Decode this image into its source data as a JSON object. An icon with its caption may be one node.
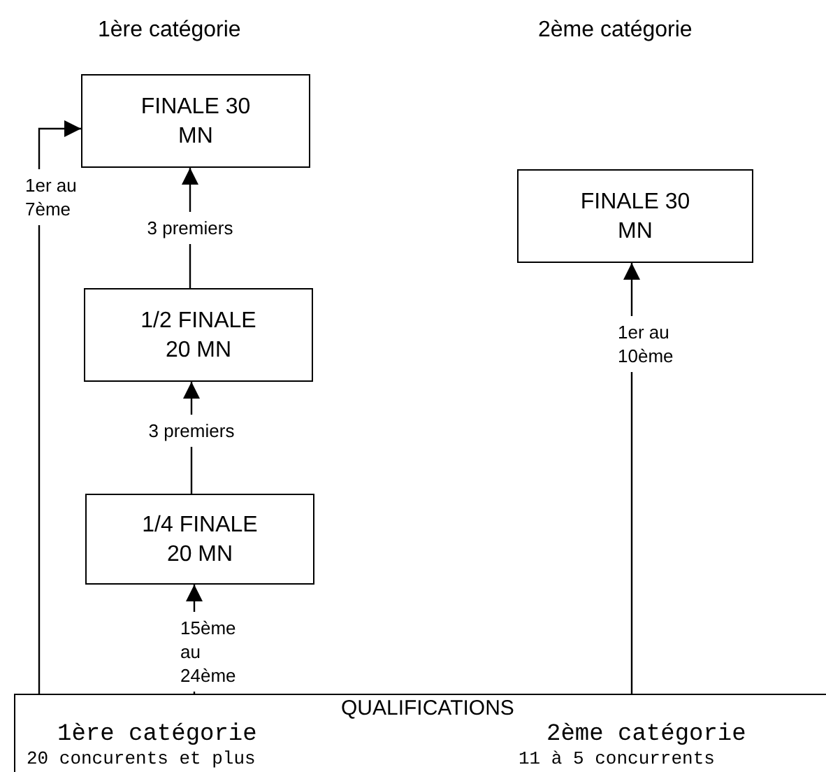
{
  "diagram": {
    "nodes": [
      {
        "text": [
          "FINALE 30 MN"
        ]
      },
      {
        "text": [
          "1/2 FINALE 20 MN"
        ]
      },
      {
        "text": [
          "1/4 FINALE 20 MN"
        ]
      },
      {
        "text": [
          "FINALE 30 MN"
        ]
      },
      {
        "text": [
          "QUALIFICATIONS",
          "1ère catégorie",
          "20 concurents et plus",
          "2ème catégorie",
          "11 à 5 concurrents"
        ]
      }
    ],
    "edges": [
      {
        "from": 1,
        "to": 0,
        "arrow": "to",
        "label": "3 premiers"
      },
      {
        "from": 2,
        "to": 1,
        "arrow": "to",
        "label": "3 premiers"
      },
      {
        "from": 4,
        "to": 2,
        "arrow": "to",
        "label": "15ème au 24ème"
      },
      {
        "from": 4,
        "to": 0,
        "arrow": "to",
        "label": "1er au 7ème"
      },
      {
        "from": 4,
        "to": 3,
        "arrow": "to",
        "label": "1er au 10ème"
      }
    ],
    "labels": [
      "1ère catégorie",
      "2ème catégorie"
    ]
  }
}
